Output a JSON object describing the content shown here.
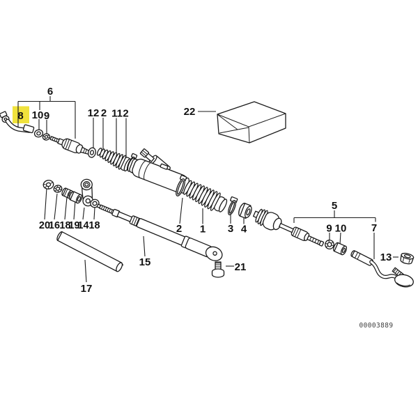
{
  "figure": {
    "doc_number": "00003889",
    "highlighted_callout": "8",
    "highlight_color": "#f0e23c",
    "callouts": {
      "c6": "6",
      "c8": "8",
      "c10a": "10",
      "c9a": "9",
      "c12": "12",
      "c2a": "2",
      "c11": "11",
      "c2b": "2",
      "c22": "22",
      "c20": "20",
      "c16": "16",
      "c18a": "18",
      "c19": "19",
      "c14": "14",
      "c18b": "18",
      "c2c": "2",
      "c1": "1",
      "c3": "3",
      "c4": "4",
      "c5": "5",
      "c9b": "9",
      "c10b": "10",
      "c7": "7",
      "c13": "13",
      "c21": "21",
      "c15": "15",
      "c17": "17"
    }
  }
}
